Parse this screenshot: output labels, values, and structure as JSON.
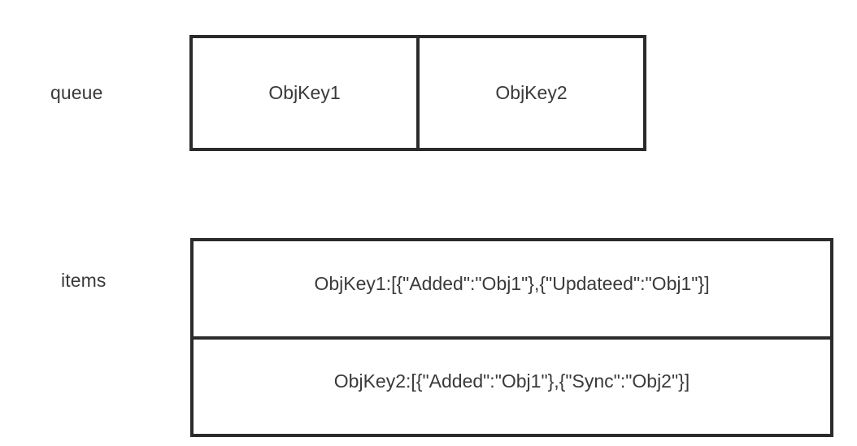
{
  "diagram": {
    "background_color": "#ffffff",
    "border_color": "#2b2b2b",
    "text_color": "#3a3a3a",
    "rows": {
      "queue": {
        "label": "queue",
        "cells": [
          {
            "text": "ObjKey1"
          },
          {
            "text": "ObjKey2"
          }
        ]
      },
      "items": {
        "label": "items",
        "entries": [
          {
            "text": "ObjKey1:[{\"Added\":\"Obj1\"},{\"Updateed\":\"Obj1\"}]"
          },
          {
            "text": "ObjKey2:[{\"Added\":\"Obj1\"},{\"Sync\":\"Obj2\"}]"
          }
        ]
      }
    }
  }
}
